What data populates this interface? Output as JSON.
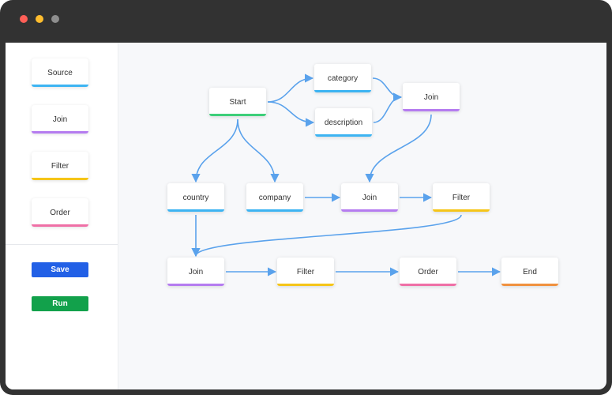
{
  "window": {
    "controls": [
      {
        "name": "close",
        "color": "#ff5f57"
      },
      {
        "name": "minimize",
        "color": "#ffbd2e"
      },
      {
        "name": "zoom",
        "color": "#8e8e8e"
      }
    ]
  },
  "colors": {
    "source": "#3db4f2",
    "join": "#b57cf0",
    "filter": "#f5c518",
    "order": "#ef6fa6",
    "start": "#3ecf7a",
    "end": "#f0913e",
    "edge": "#5aa2ec",
    "save": "#2260e6",
    "run": "#12a14b"
  },
  "sidebar": {
    "palette": [
      {
        "label": "Source",
        "kind": "source"
      },
      {
        "label": "Join",
        "kind": "join"
      },
      {
        "label": "Filter",
        "kind": "filter"
      },
      {
        "label": "Order",
        "kind": "order"
      }
    ],
    "save_label": "Save",
    "run_label": "Run"
  },
  "graph": {
    "nodes": [
      {
        "id": "start",
        "label": "Start",
        "kind": "start"
      },
      {
        "id": "category",
        "label": "category",
        "kind": "source"
      },
      {
        "id": "description",
        "label": "description",
        "kind": "source"
      },
      {
        "id": "join1",
        "label": "Join",
        "kind": "join"
      },
      {
        "id": "country",
        "label": "country",
        "kind": "source"
      },
      {
        "id": "company",
        "label": "company",
        "kind": "source"
      },
      {
        "id": "join2",
        "label": "Join",
        "kind": "join"
      },
      {
        "id": "filter1",
        "label": "Filter",
        "kind": "filter"
      },
      {
        "id": "join3",
        "label": "Join",
        "kind": "join"
      },
      {
        "id": "filter2",
        "label": "Filter",
        "kind": "filter"
      },
      {
        "id": "order",
        "label": "Order",
        "kind": "order"
      },
      {
        "id": "end",
        "label": "End",
        "kind": "end"
      }
    ],
    "edges": [
      {
        "from": "start",
        "to": "category"
      },
      {
        "from": "start",
        "to": "description"
      },
      {
        "from": "category",
        "to": "join1"
      },
      {
        "from": "description",
        "to": "join1"
      },
      {
        "from": "start",
        "to": "country"
      },
      {
        "from": "start",
        "to": "company"
      },
      {
        "from": "join1",
        "to": "join2"
      },
      {
        "from": "company",
        "to": "join2"
      },
      {
        "from": "join2",
        "to": "filter1"
      },
      {
        "from": "country",
        "to": "join3"
      },
      {
        "from": "filter1",
        "to": "join3"
      },
      {
        "from": "join3",
        "to": "filter2"
      },
      {
        "from": "filter2",
        "to": "order"
      },
      {
        "from": "order",
        "to": "end"
      }
    ]
  }
}
